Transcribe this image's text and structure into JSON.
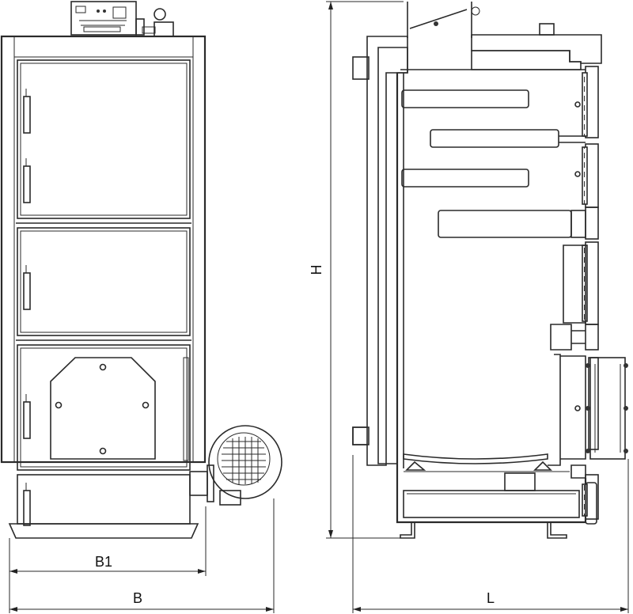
{
  "drawing": {
    "labels": {
      "b1": "B1",
      "b": "B",
      "h": "H",
      "l": "L"
    }
  }
}
